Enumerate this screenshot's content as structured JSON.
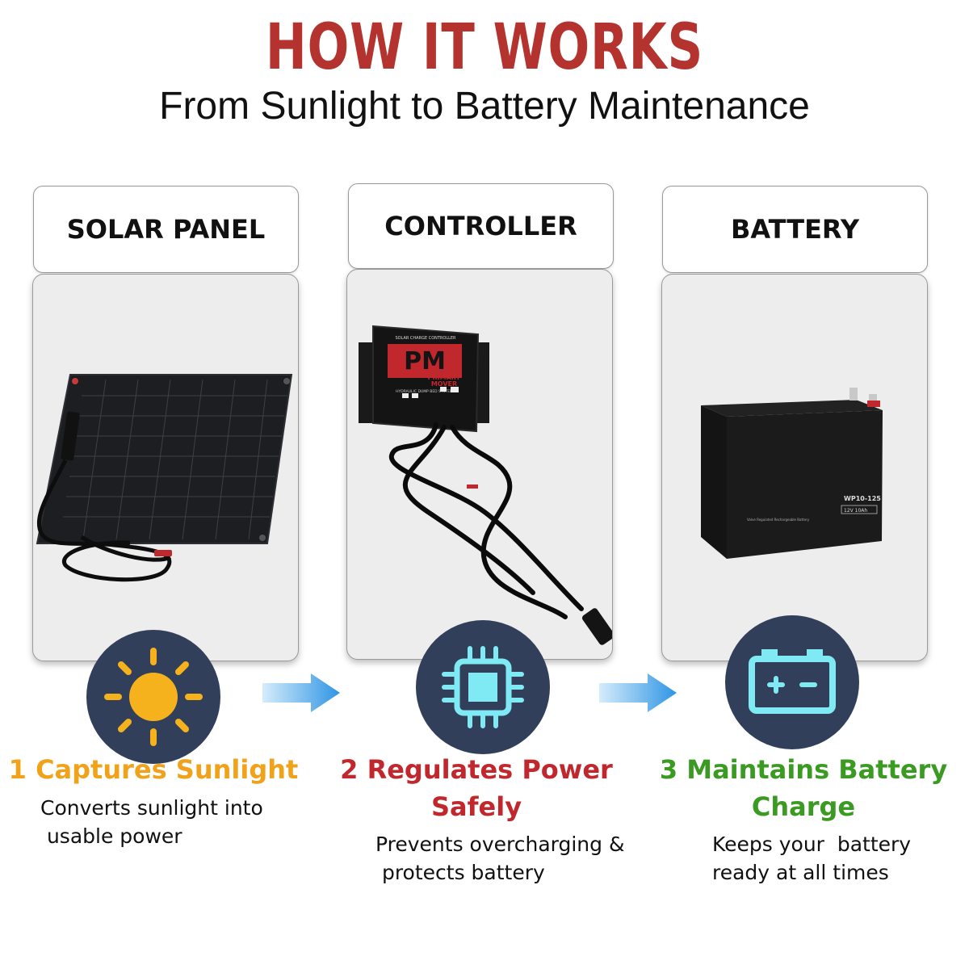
{
  "header": {
    "title": "HOW IT WORKS",
    "subtitle": "From Sunlight to Battery Maintenance"
  },
  "columns": [
    {
      "label": "SOLAR PANEL",
      "icon": "sun-icon",
      "step_title": "1 Captures Sunlight",
      "step_color": "#f0a31a",
      "desc_line1": "Converts sunlight into",
      "desc_line2": " usable power"
    },
    {
      "label": "CONTROLLER",
      "icon": "chip-icon",
      "step_title_line1": "2 Regulates Power",
      "step_title_line2": "Safely",
      "step_color": "#c0282d",
      "desc_line1": "Prevents overcharging &",
      "desc_line2": " protects battery",
      "device_text": {
        "header": "SOLAR CHARGE CONTROLLER",
        "logo": "PM",
        "brand_line1": "PRIMARY",
        "brand_line2": "MOVER",
        "tagline": "HYDRAULIC DUMP BED SYSTEMS"
      }
    },
    {
      "label": "BATTERY",
      "icon": "battery-icon",
      "step_title_line1": "3 Maintains Battery",
      "step_title_line2": "Charge",
      "step_color": "#3a9a22",
      "desc_line1": "Keeps your  battery",
      "desc_line2": "ready at all times",
      "device_text": {
        "model": "WP10-125",
        "rating": "12V 10Ah",
        "fine_print": "Valve Regulated Rechargeable Battery"
      }
    }
  ],
  "colors": {
    "title": "#b4332e",
    "circle": "#323f5a",
    "icon_sun": "#f5b21c",
    "icon_cyan": "#7fe9f4",
    "arrow": "#3aa0e8"
  }
}
